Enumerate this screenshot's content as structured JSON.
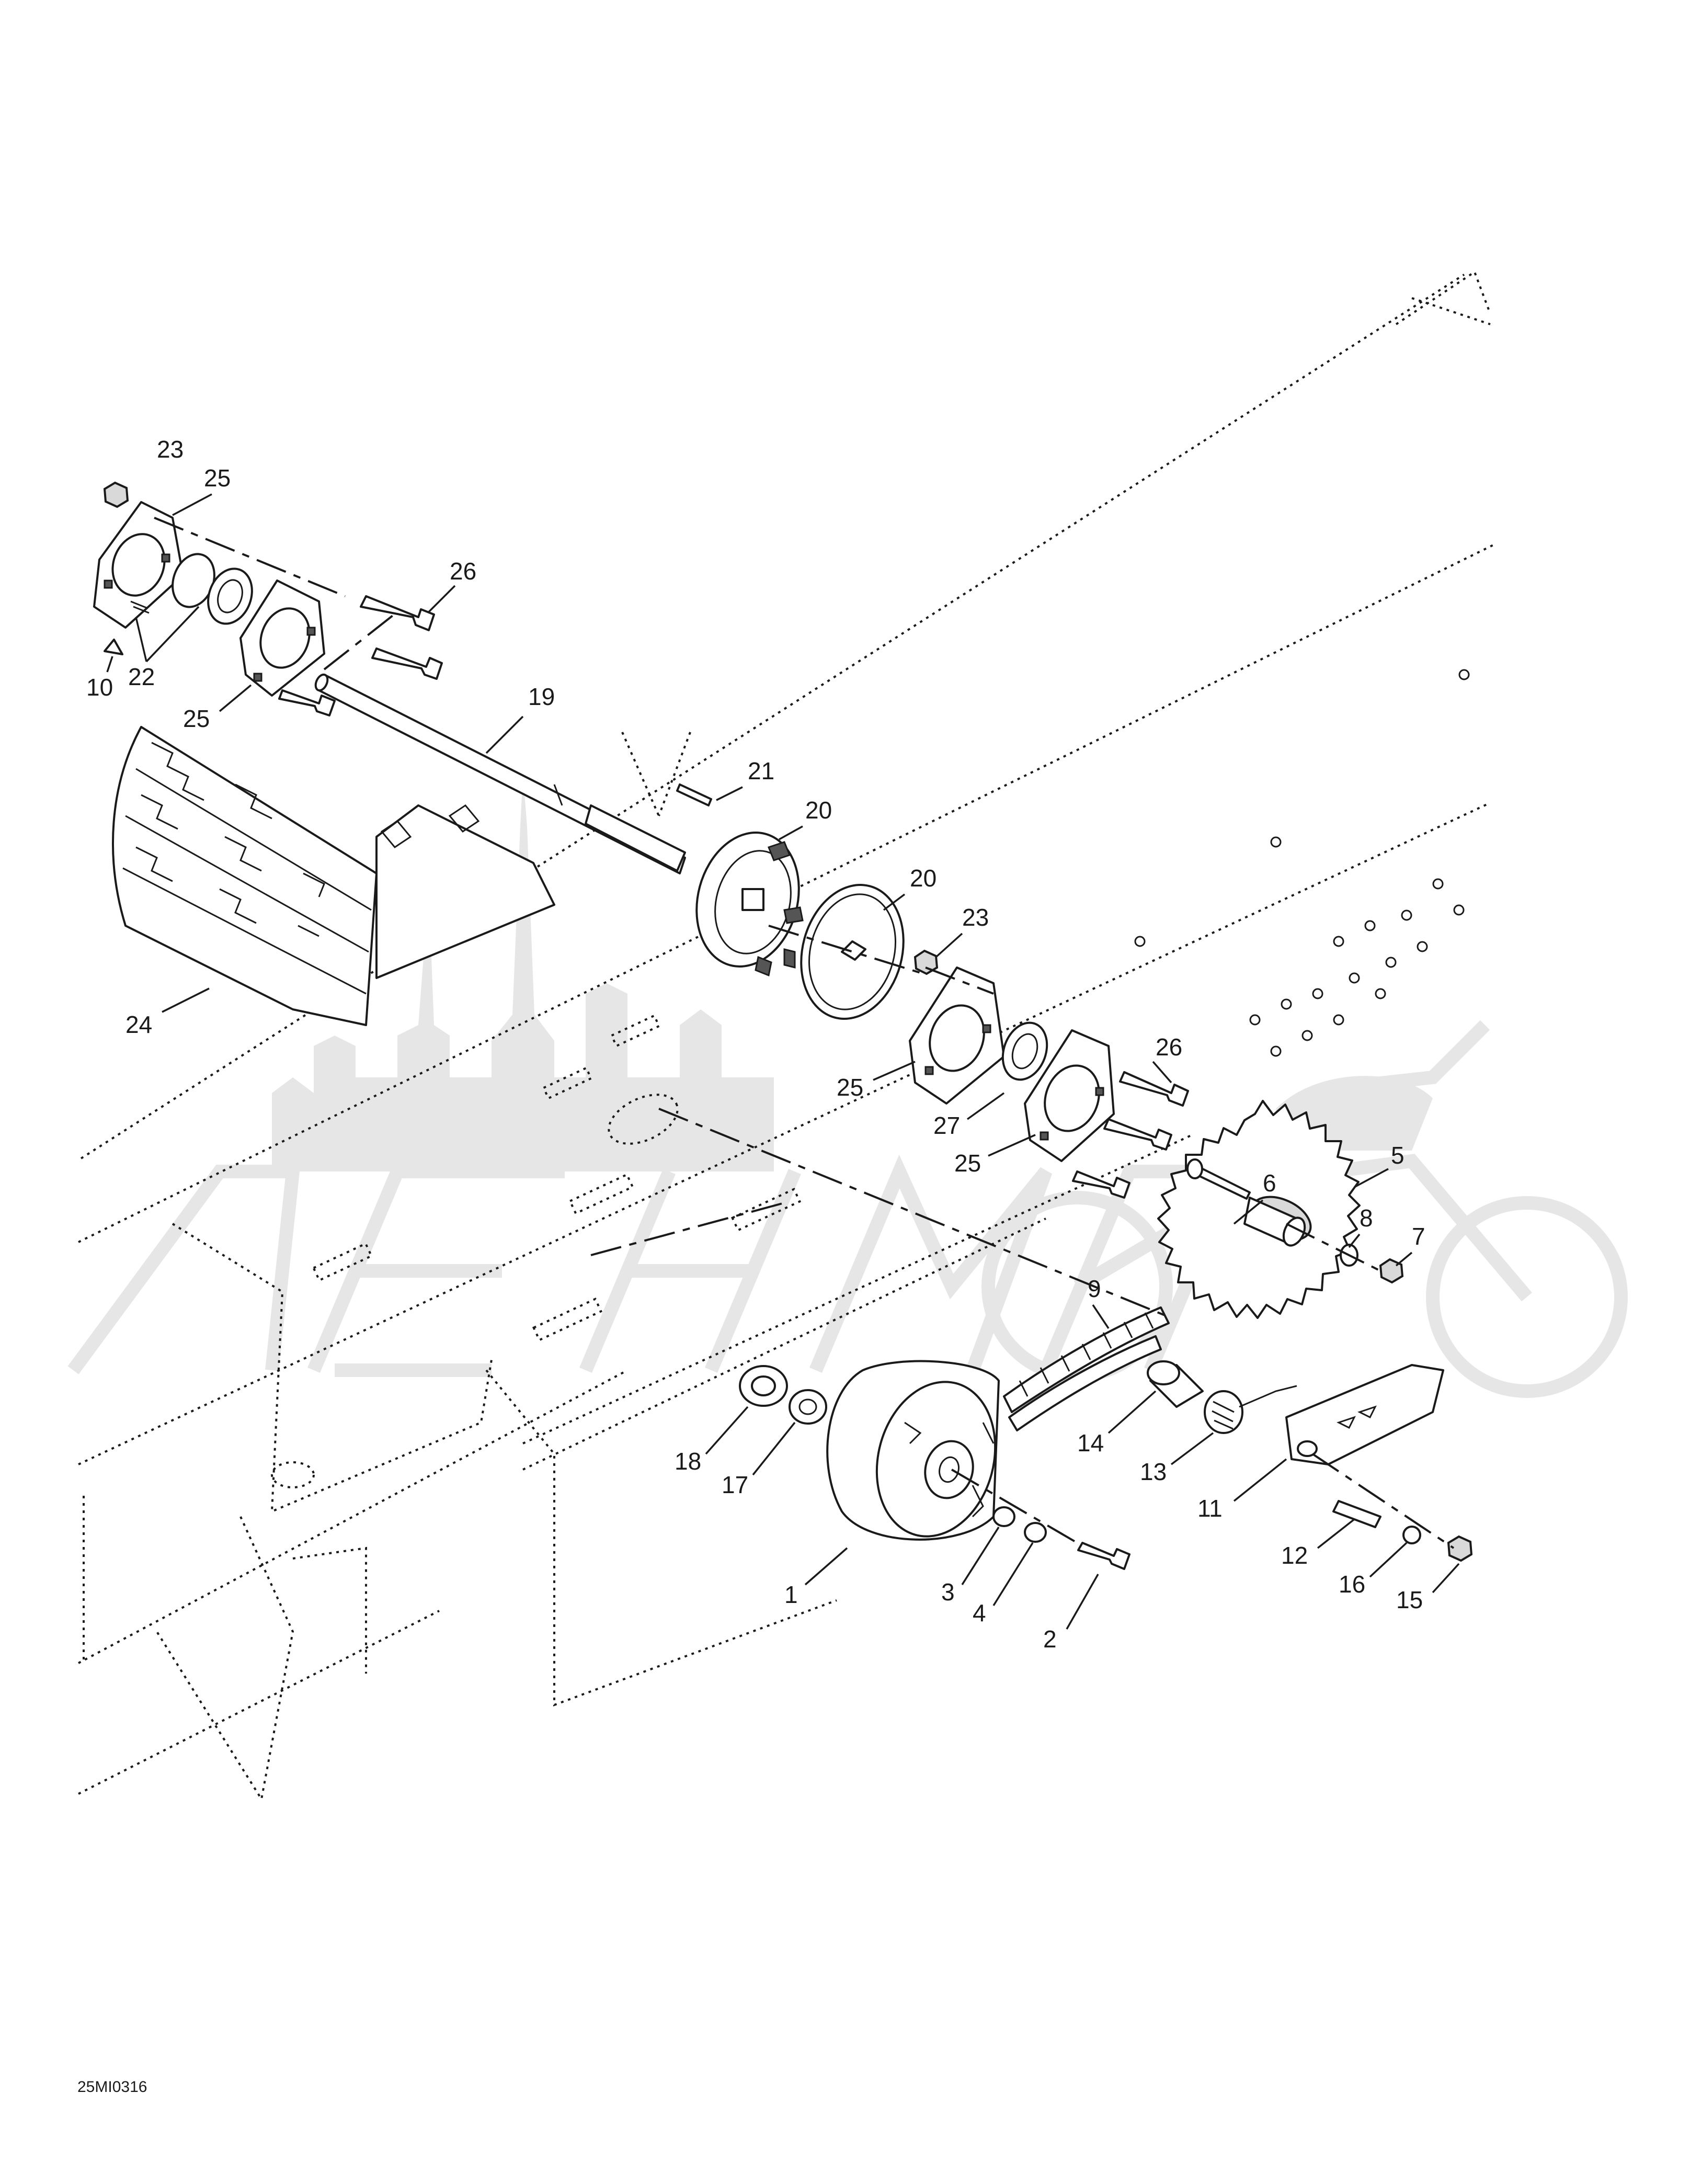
{
  "diagram_code": "25MI0316",
  "callouts": [
    {
      "num": "23"
    },
    {
      "num": "25"
    },
    {
      "num": "26"
    },
    {
      "num": "10"
    },
    {
      "num": "22"
    },
    {
      "num": "25"
    },
    {
      "num": "19"
    },
    {
      "num": "21"
    },
    {
      "num": "20"
    },
    {
      "num": "20"
    },
    {
      "num": "23"
    },
    {
      "num": "24"
    },
    {
      "num": "26"
    },
    {
      "num": "25"
    },
    {
      "num": "27"
    },
    {
      "num": "25"
    },
    {
      "num": "5"
    },
    {
      "num": "6"
    },
    {
      "num": "8"
    },
    {
      "num": "7"
    },
    {
      "num": "9"
    },
    {
      "num": "18"
    },
    {
      "num": "17"
    },
    {
      "num": "14"
    },
    {
      "num": "13"
    },
    {
      "num": "11"
    },
    {
      "num": "12"
    },
    {
      "num": "16"
    },
    {
      "num": "15"
    },
    {
      "num": "1"
    },
    {
      "num": "3"
    },
    {
      "num": "4"
    },
    {
      "num": "2"
    }
  ],
  "colors": {
    "ink": "#1a1a1a",
    "watermark": "#e6e6e6"
  }
}
